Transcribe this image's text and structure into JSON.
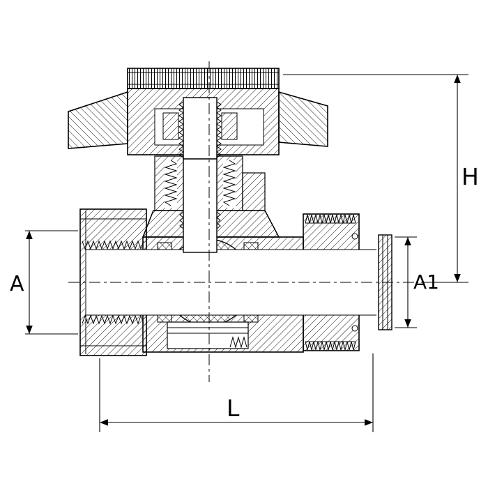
{
  "figure": {
    "background_color": "#ffffff",
    "line_color": "#000000",
    "dimension_labels": {
      "a": "A",
      "a1": "A1",
      "h": "H",
      "l": "L"
    }
  }
}
